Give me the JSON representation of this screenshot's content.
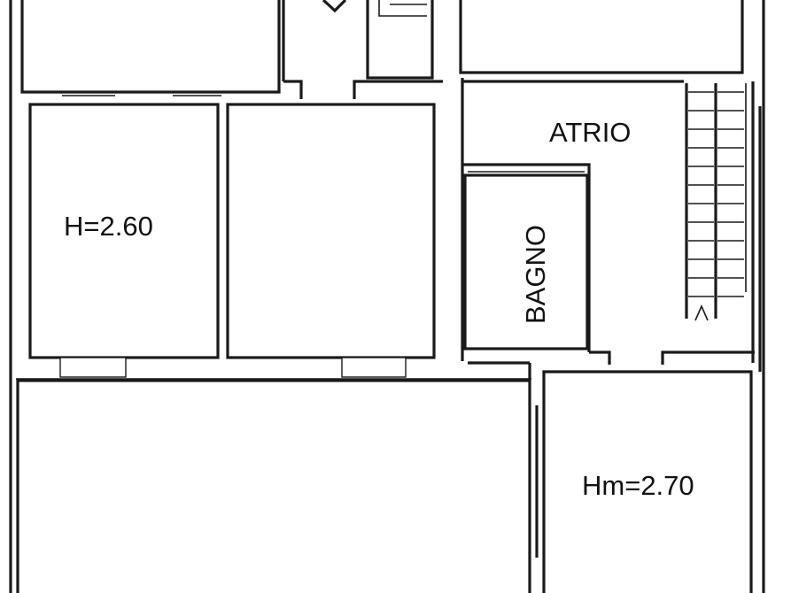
{
  "floorplan": {
    "labels": {
      "atrio": "ATRIO",
      "bagno": "BAGNO",
      "height_left": "H=2.60",
      "height_right": "Hm=2.70"
    },
    "colors": {
      "line": "#1a1a1a",
      "background": "#ffffff"
    }
  }
}
